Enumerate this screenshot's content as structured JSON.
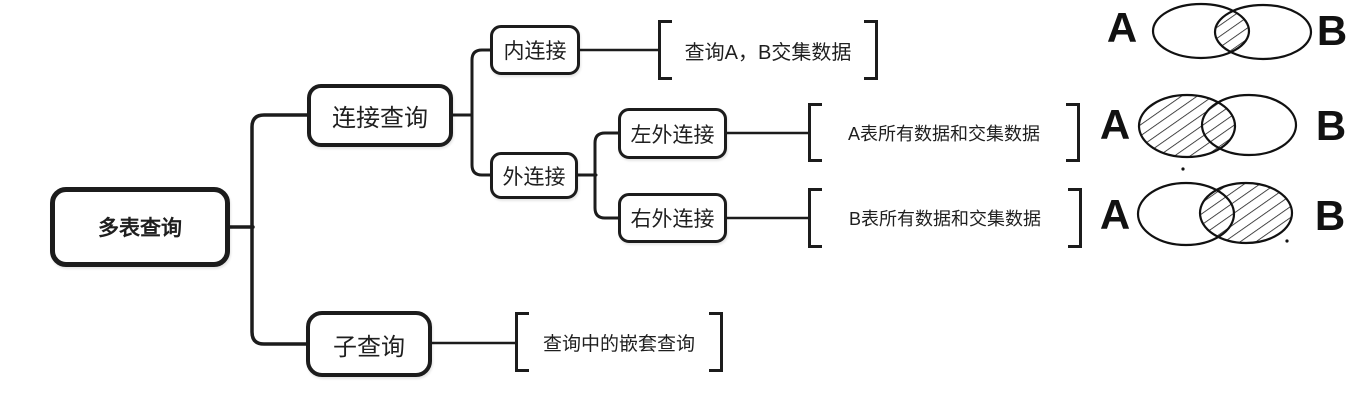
{
  "colors": {
    "ink": "#1c1c1c",
    "background": "#ffffff"
  },
  "mindmap": {
    "root": {
      "label": "多表查询"
    },
    "children": [
      {
        "label": "连接查询",
        "children": [
          {
            "label": "内连接",
            "note": "查询A，B交集数据"
          },
          {
            "label": "外连接",
            "children": [
              {
                "label": "左外连接",
                "note": "A表所有数据和交集数据"
              },
              {
                "label": "右外连接",
                "note": "B表所有数据和交集数据"
              }
            ]
          }
        ]
      },
      {
        "label": "子查询",
        "note": "查询中的嵌套查询"
      }
    ]
  },
  "venn_diagrams": [
    {
      "id": "inner-join-venn",
      "left_label": "A",
      "right_label": "B",
      "shaded": "intersection"
    },
    {
      "id": "left-outer-join-venn",
      "left_label": "A",
      "right_label": "B",
      "shaded": "left-ellipse-and-intersection"
    },
    {
      "id": "right-outer-join-venn",
      "left_label": "A",
      "right_label": "B",
      "shaded": "right-ellipse-and-intersection"
    }
  ]
}
